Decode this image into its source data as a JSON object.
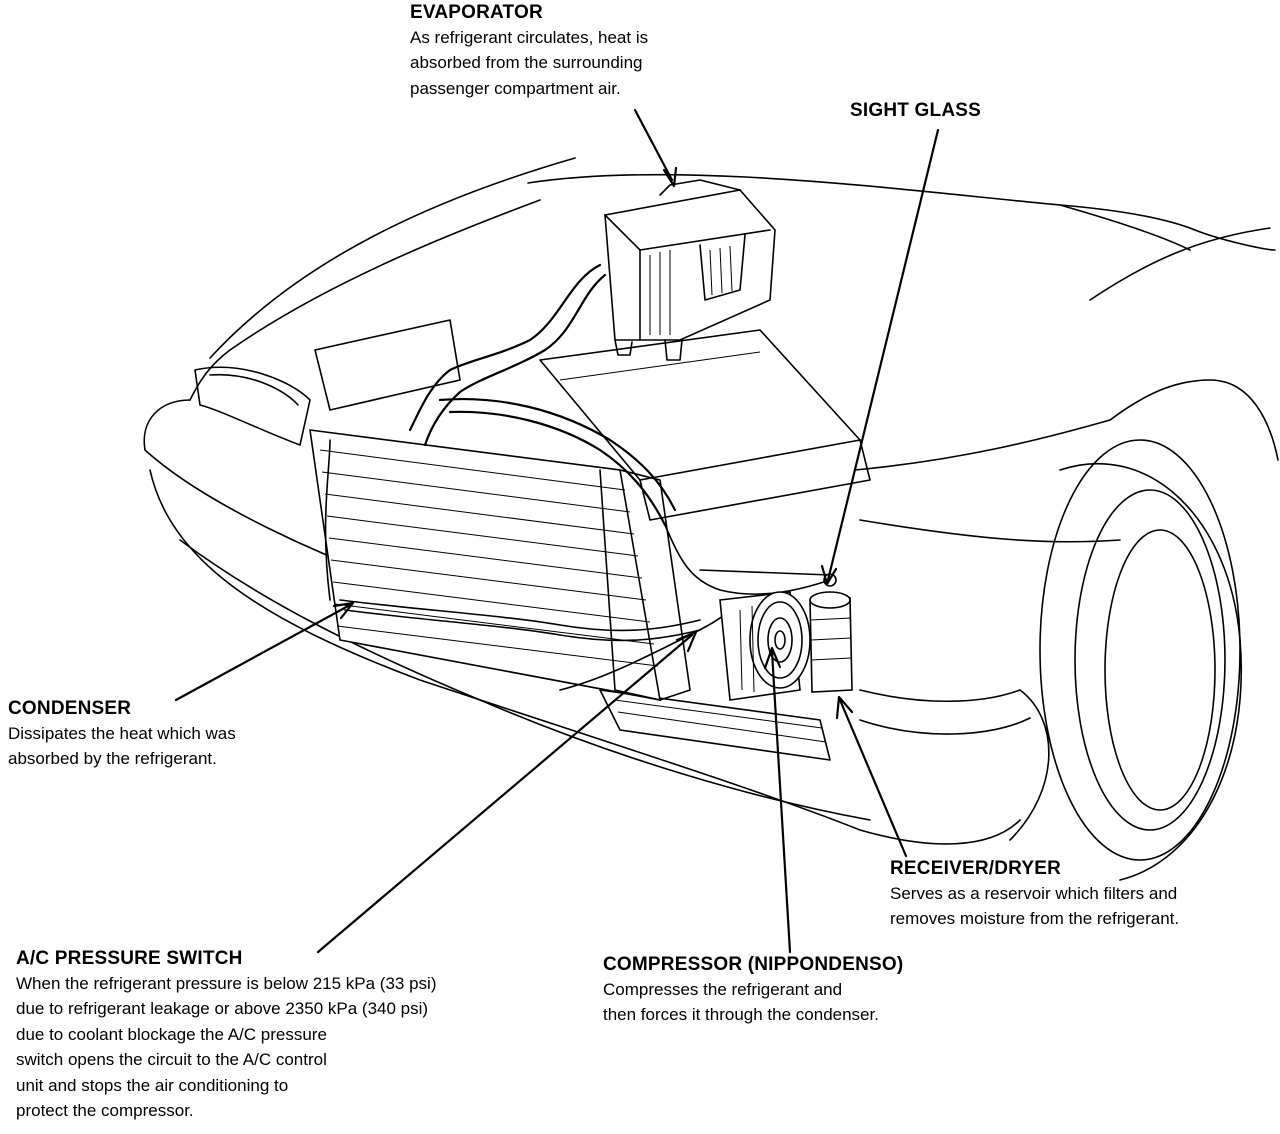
{
  "callouts": {
    "evaporator": {
      "title": "EVAPORATOR",
      "desc": "As refrigerant circulates, heat is\nabsorbed from the surrounding\npassenger compartment air."
    },
    "sight_glass": {
      "title": "SIGHT GLASS"
    },
    "condenser": {
      "title": "CONDENSER",
      "desc": "Dissipates the heat which was\nabsorbed by the refrigerant."
    },
    "receiver_dryer": {
      "title": "RECEIVER/DRYER",
      "desc": "Serves as a reservoir which filters and\nremoves moisture from the refrigerant."
    },
    "compressor": {
      "title": "COMPRESSOR (NIPPONDENSO)",
      "desc": "Compresses the refrigerant and\nthen forces it through the condenser."
    },
    "pressure_switch": {
      "title": "A/C PRESSURE SWITCH",
      "desc": "When the refrigerant pressure is below 215 kPa (33 psi)\ndue to refrigerant leakage or above 2350 kPa (340 psi)\ndue to coolant blockage the A/C pressure\nswitch opens the circuit to the A/C control\nunit and stops the air conditioning to\nprotect the compressor."
    }
  }
}
